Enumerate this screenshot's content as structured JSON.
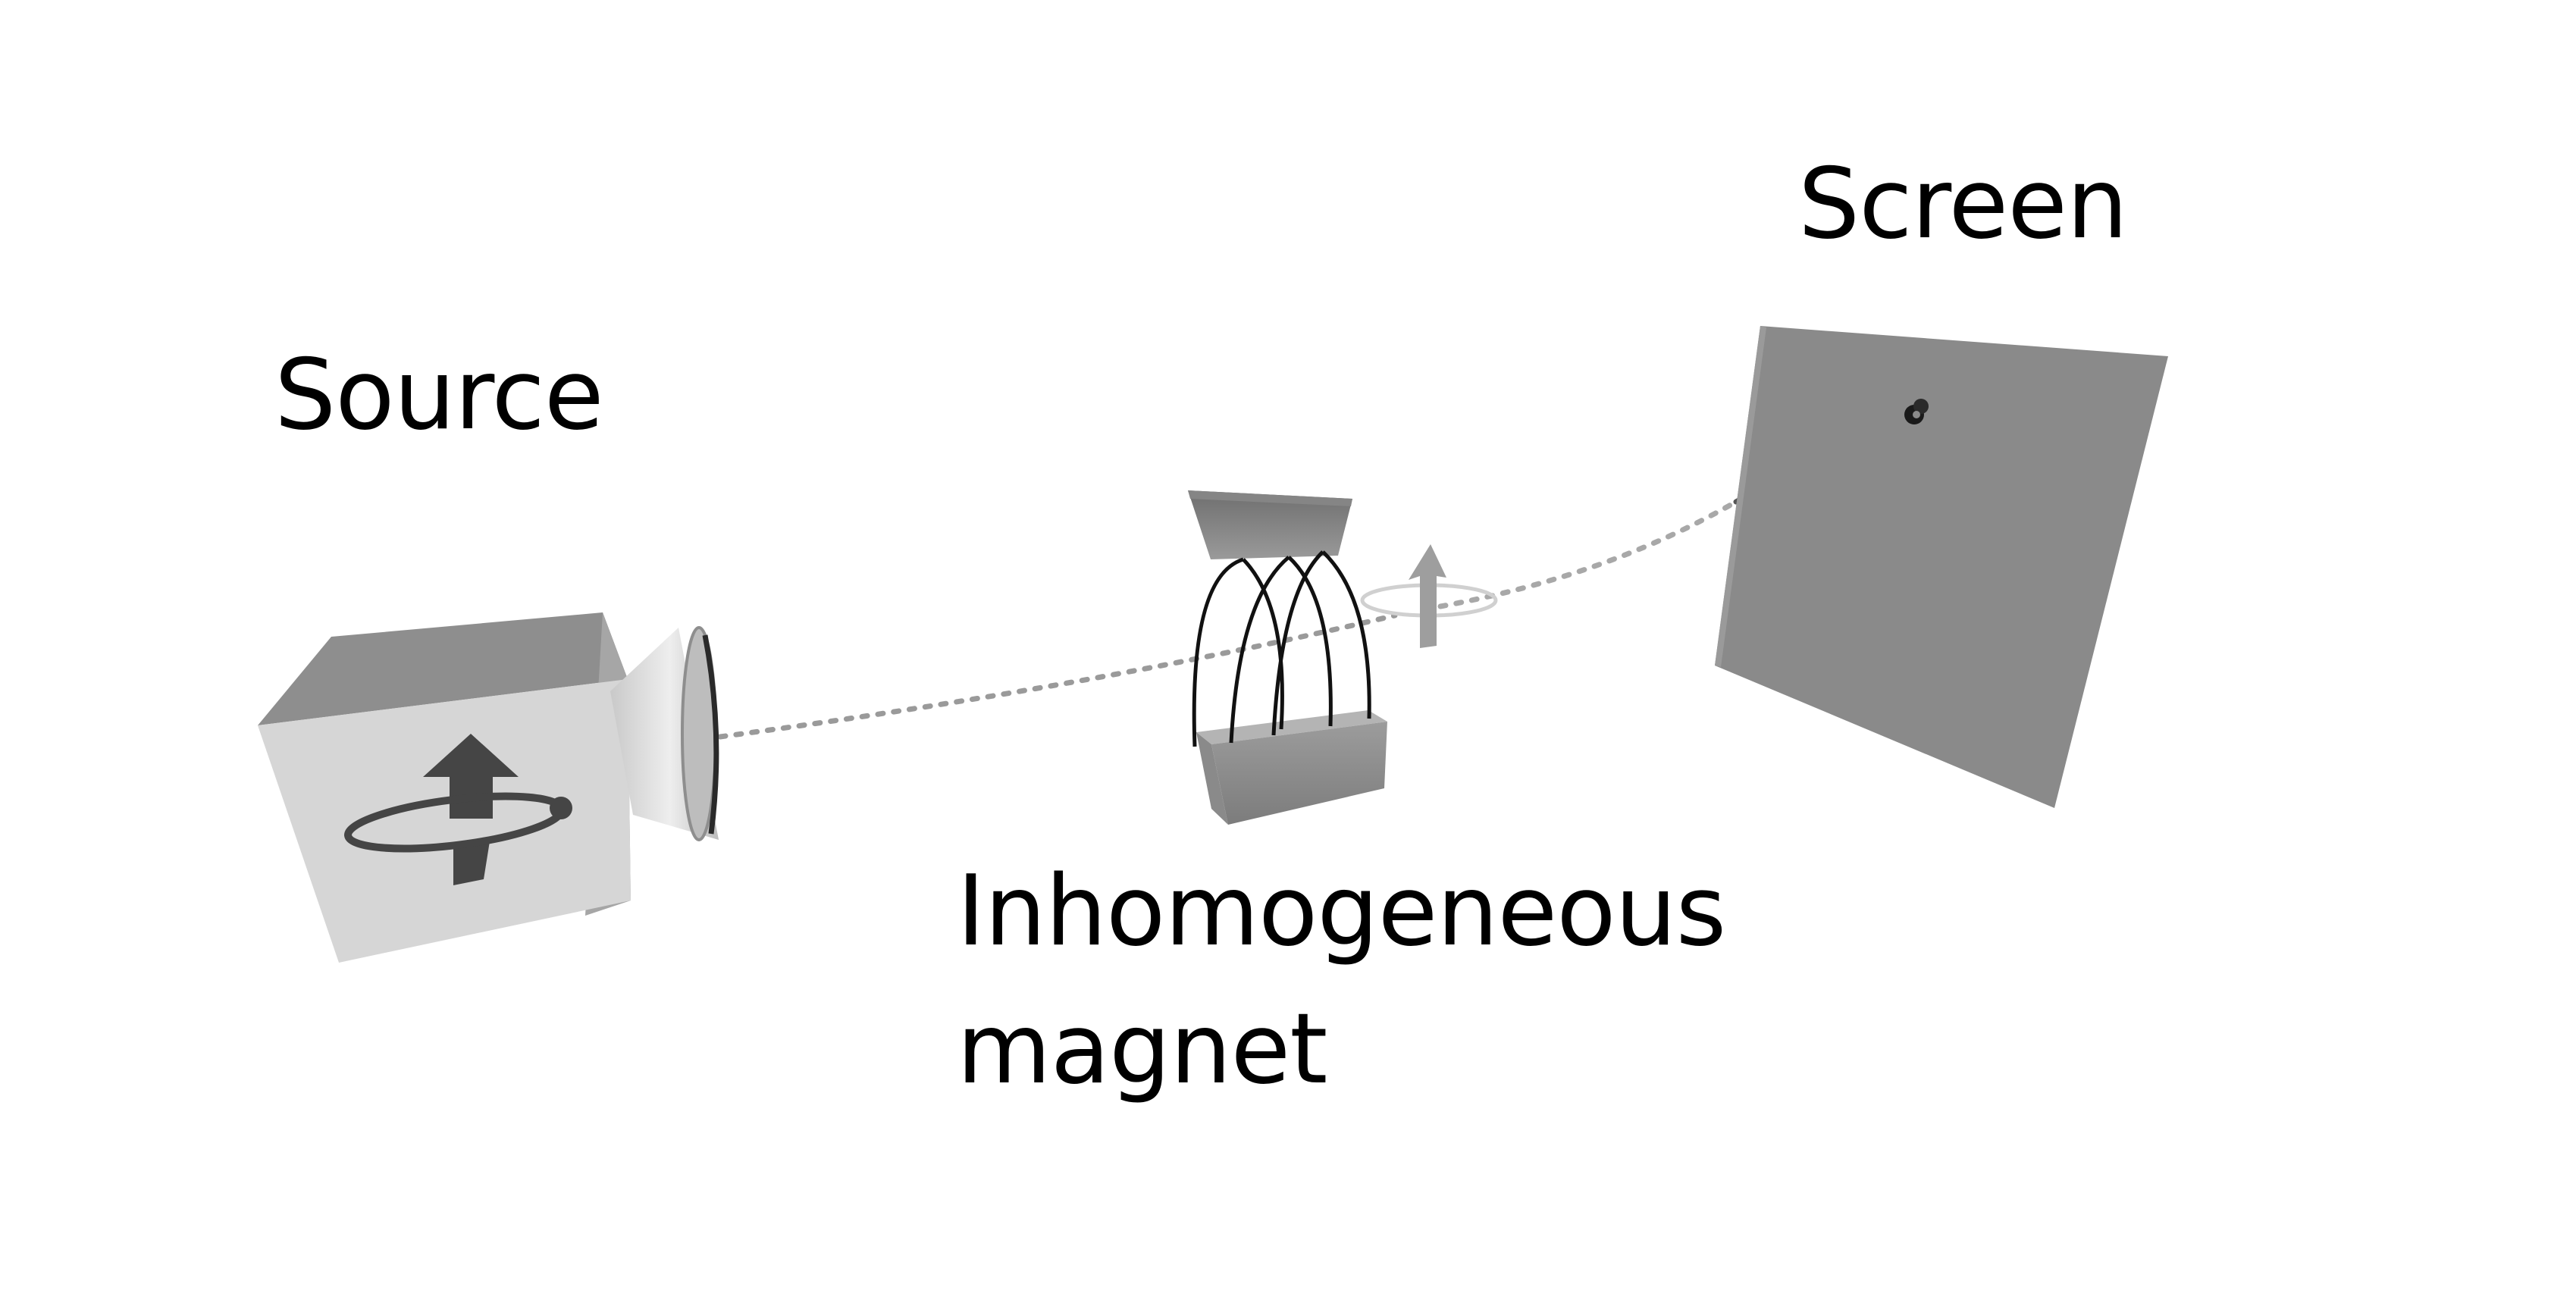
{
  "labels": {
    "source": "Source",
    "screen": "Screen",
    "magnet_line1": "Inhomogeneous",
    "magnet_line2": "magnet"
  },
  "colors": {
    "background": "#ffffff",
    "text": "#000000",
    "screen_face": "#8a8a8a",
    "box_front": "#d6d6d6",
    "box_top": "#8e8e8e",
    "box_side": "#a8a8a8",
    "icon": "#454545",
    "beam": "#9a9a9a",
    "field_lines": "#111111"
  },
  "icons": {
    "source_box": "spin-arrow-icon",
    "emitter": "cone-emitter-icon",
    "spin_indicator": "spin-up-arrow-icon",
    "impact_spot": "impact-dot-icon"
  }
}
